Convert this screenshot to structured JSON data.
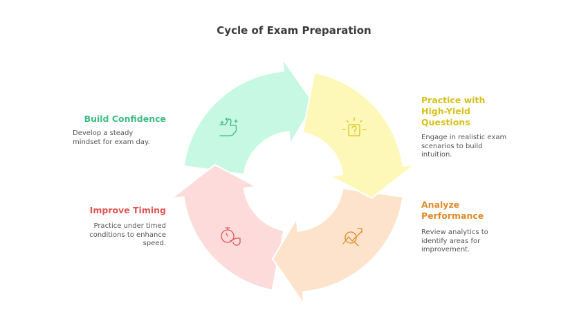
{
  "title": "Cycle of Exam Preparation",
  "steps": [
    {
      "title": "Build Confidence",
      "desc": "Develop a steady mindset for exam day.",
      "color": "#3dbd82",
      "fill": "#c7f8e3",
      "icon": "thumbs-up-icon"
    },
    {
      "title": "Practice with High-Yield Questions",
      "desc": "Engage in realistic exam scenarios to build intuition.",
      "color": "#d8c11a",
      "fill": "#fef8b8",
      "icon": "question-box-icon"
    },
    {
      "title": "Analyze Performance",
      "desc": "Review analytics to identify areas for improvement.",
      "color": "#e08a2a",
      "fill": "#fde3cb",
      "icon": "analytics-search-icon"
    },
    {
      "title": "Improve Timing",
      "desc": "Practice under timed conditions to enhance speed.",
      "color": "#e05555",
      "fill": "#fddbdb",
      "icon": "stopwatch-whistle-icon"
    }
  ]
}
